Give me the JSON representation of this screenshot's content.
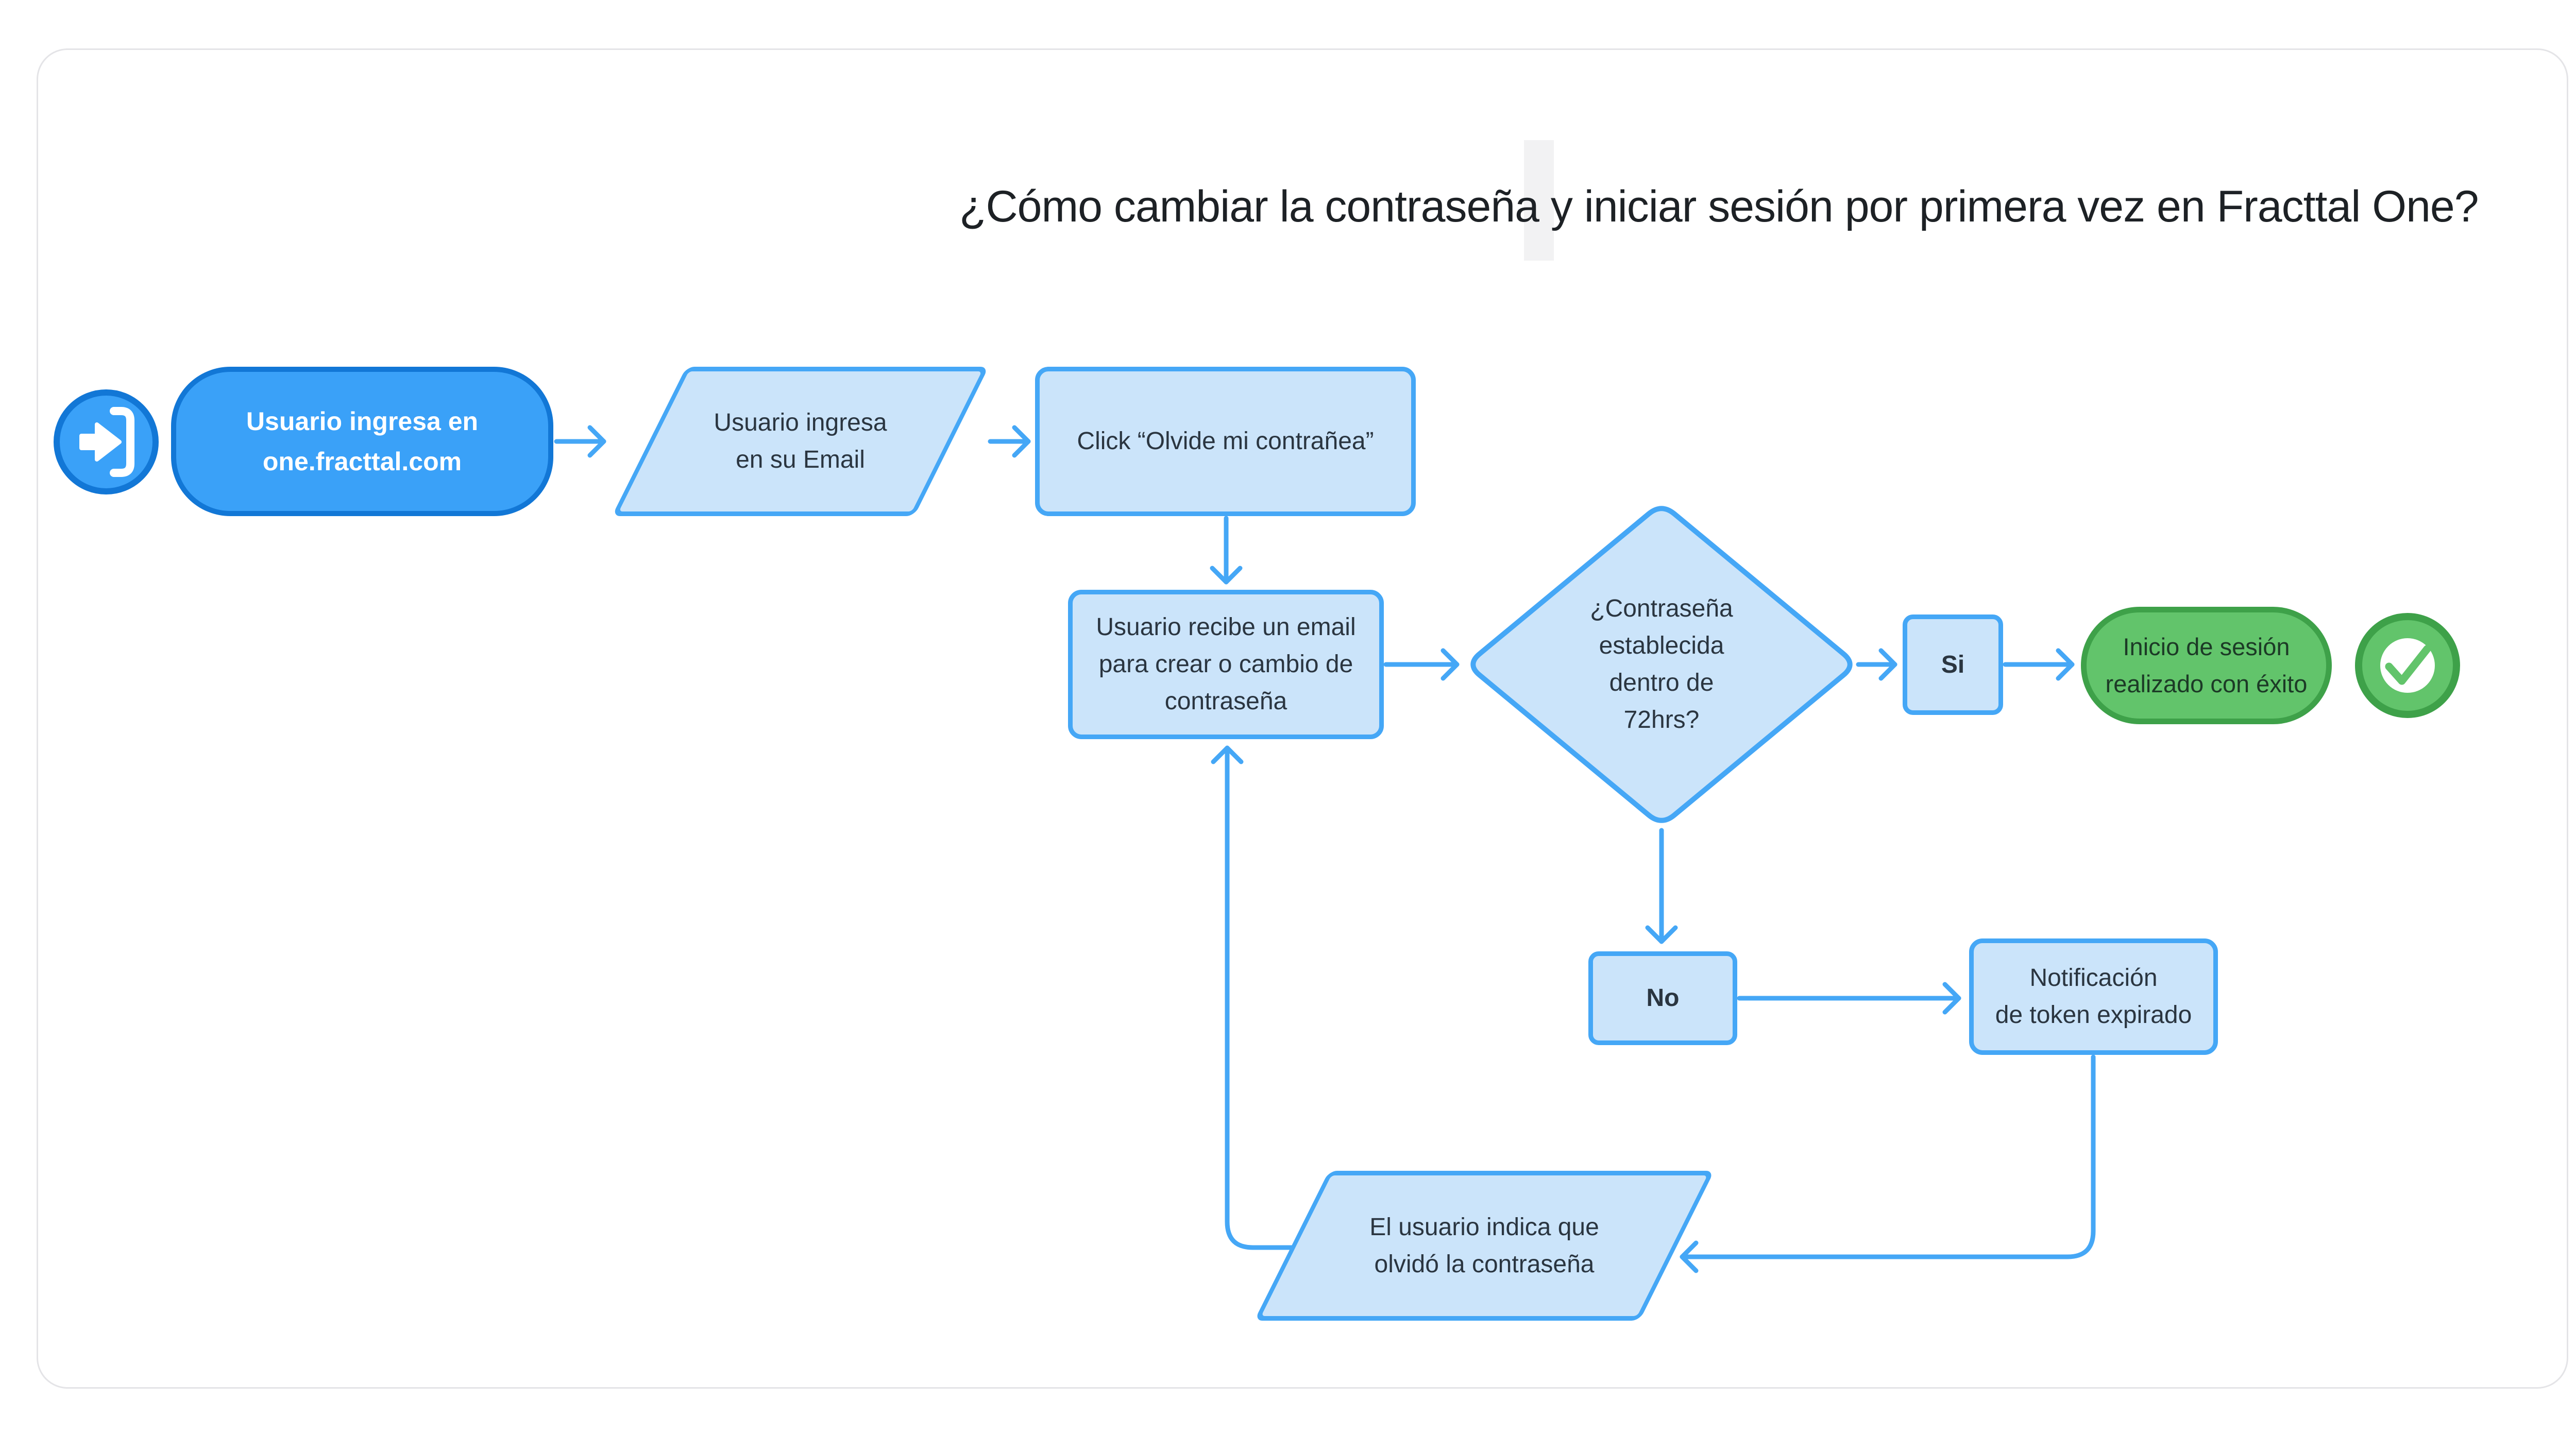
{
  "page": {
    "title": "¿Cómo cambiar la contraseña y iniciar sesión por primera vez en Fracttal One?"
  },
  "palette": {
    "arrow_blue": "#45a7f6",
    "node_fill_light_blue": "#cbe4fa",
    "node_border_blue": "#45a7f6",
    "start_fill": "#3aa1f8",
    "start_border": "#1277d6",
    "success_fill": "#62c46b",
    "success_border": "#3ea149",
    "text_dark": "#2a3540",
    "success_text_dark": "#1c3a26",
    "frame_border": "#e4e4e7",
    "caret_bar": "#f2f2f3"
  },
  "icons": {
    "start": "login-icon",
    "success": "check-circle-icon"
  },
  "nodes": {
    "start": {
      "label": "Usuario ingresa en\none.fracttal.com"
    },
    "email_input": {
      "label": "Usuario ingresa\nen su Email"
    },
    "click_forgot": {
      "label": "Click “Olvide mi contrañea”"
    },
    "receive_email": {
      "label": "Usuario recibe un email\npara crear o cambio de\ncontraseña"
    },
    "decision_72h": {
      "label": "¿Contraseña\nestablecida\ndentro de\n72hrs?"
    },
    "branch_yes": {
      "label": "Si"
    },
    "login_success": {
      "label": "Inicio de sesión\nrealizado con éxito"
    },
    "branch_no": {
      "label": "No"
    },
    "token_expired": {
      "label": "Notificación\nde token expirado"
    },
    "forgot_password": {
      "label": "El usuario indica que\nolvidó la contraseña"
    }
  }
}
